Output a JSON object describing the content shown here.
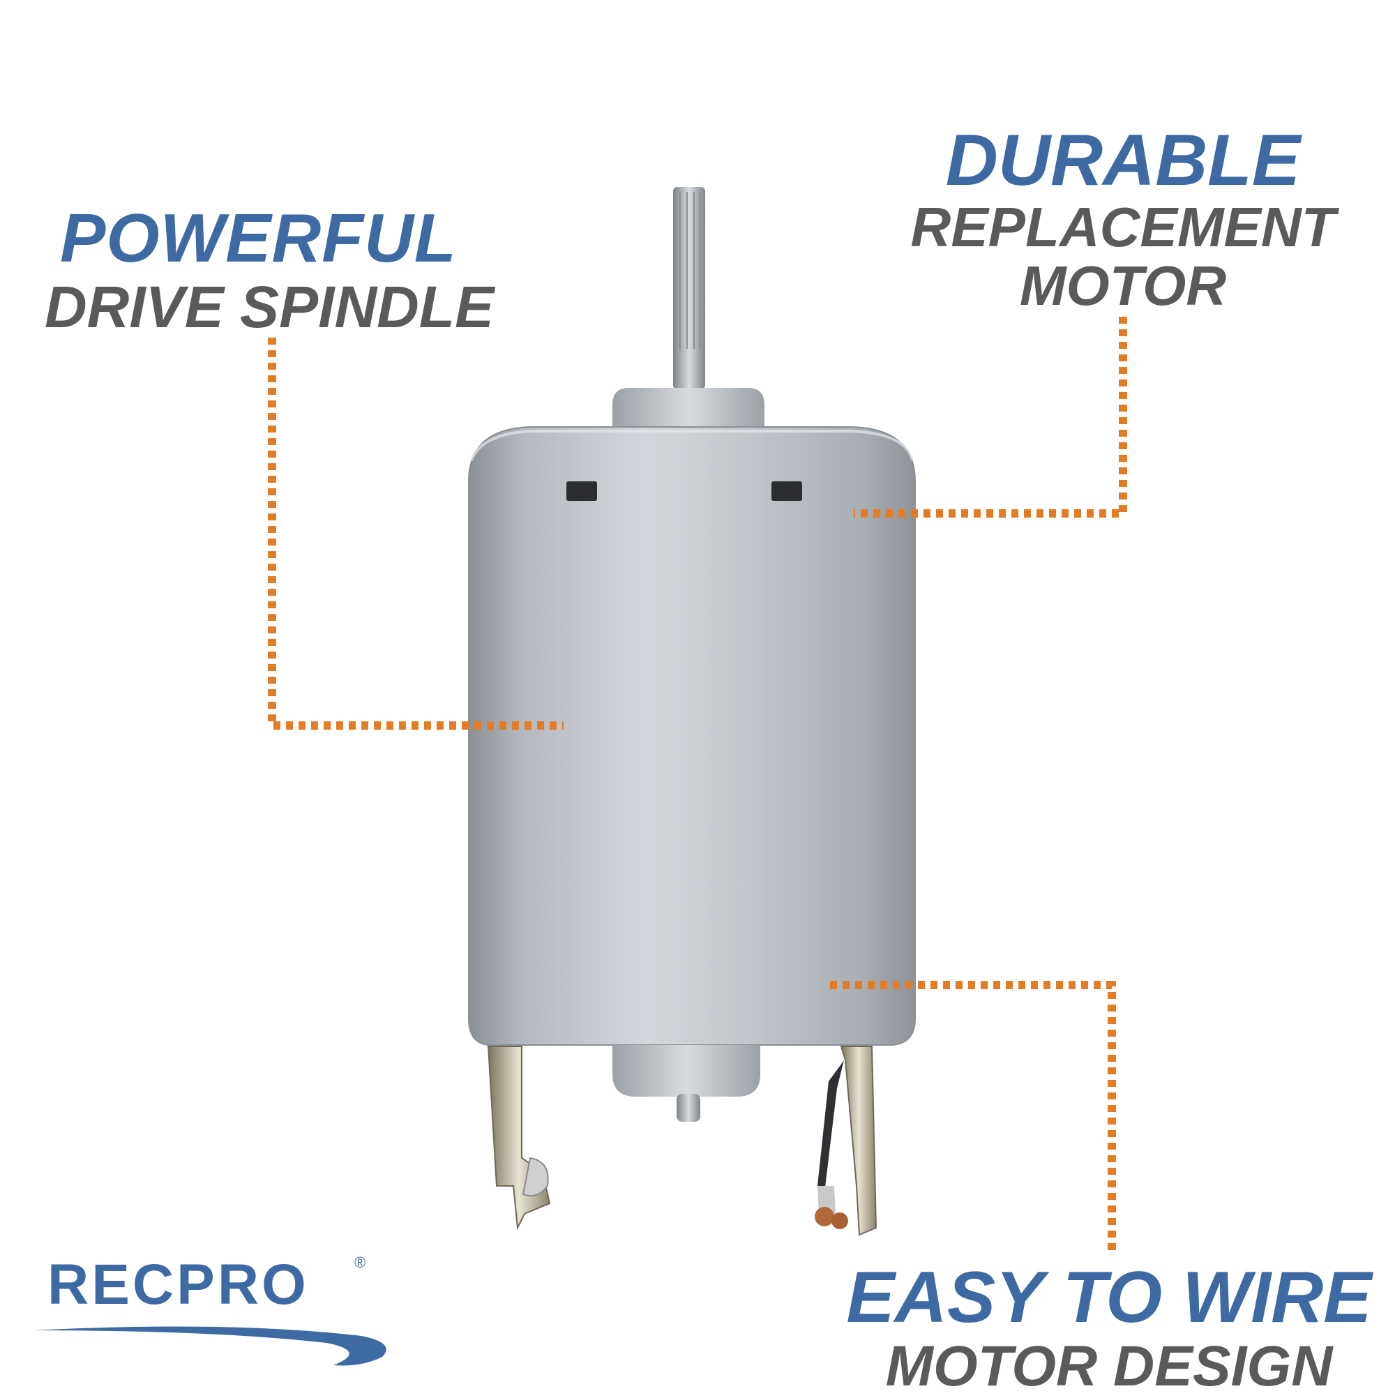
{
  "callouts": {
    "spindle": {
      "headline": "POWERFUL",
      "subline": "DRIVE SPINDLE"
    },
    "durable": {
      "headline": "DURABLE",
      "line2": "REPLACEMENT",
      "line3": "MOTOR"
    },
    "wire": {
      "headline": "EASY TO WIRE",
      "subline": "MOTOR DESIGN"
    }
  },
  "brand": {
    "name": "RECPRO",
    "registered": "®"
  },
  "colors": {
    "headline": "#3d6aa3",
    "subline": "#5a5a5a",
    "leader": "#e27d26"
  }
}
